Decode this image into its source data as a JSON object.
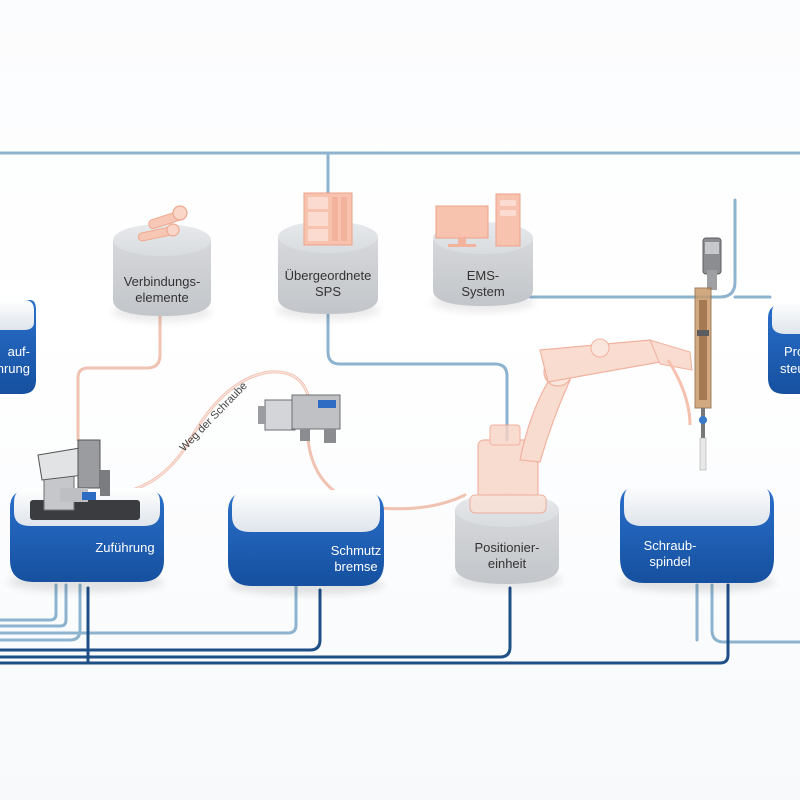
{
  "nodes": {
    "verbindungselemente": {
      "line1": "Verbindungs-",
      "line2": "elemente"
    },
    "sps": {
      "line1": "Übergeordnete",
      "line2": "SPS"
    },
    "ems": {
      "line1": "EMS-",
      "line2": "System"
    },
    "lauffuehrung": {
      "line1": "auf-",
      "line2": "hrung"
    },
    "zufuehrung": {
      "label": "Zuführung"
    },
    "schmutzbremse": {
      "line1": "Schmutz",
      "line2": "bremse"
    },
    "positioniereinheit": {
      "line1": "Positionier-",
      "line2": "einheit"
    },
    "schraubspindel": {
      "line1": "Schraub-",
      "line2": "spindel"
    },
    "prozesssteuerung": {
      "line1": "Pro",
      "line2": "steu"
    }
  },
  "path_label": "Weg der Schraube",
  "colors": {
    "blue_node": "#1f63c0",
    "gray_node": "#c9ccd0",
    "bus_line": "#8db3cf",
    "bus_dark": "#1e4f87",
    "screw_path": "#f0b9a8",
    "device_orange": "#f4a98c"
  },
  "icons": [
    "screws-icon",
    "control-cabinet-icon",
    "computer-workstation-icon",
    "feeder-machine-icon",
    "valve-icon",
    "robot-arm-icon",
    "screw-spindle-icon"
  ]
}
